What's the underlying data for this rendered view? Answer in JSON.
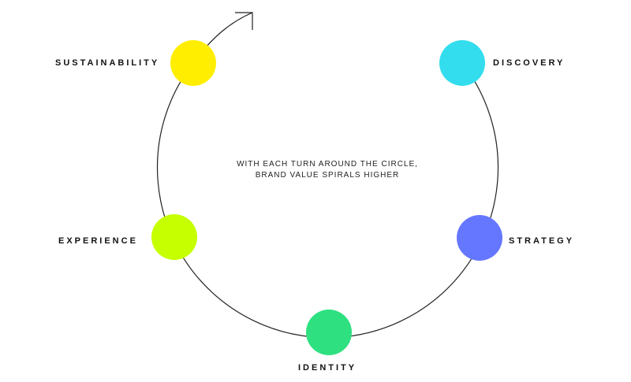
{
  "diagram": {
    "center_text": {
      "line1": "WITH EACH TURN AROUND THE CIRCLE,",
      "line2": "BRAND VALUE SPIRALS HIGHER"
    },
    "stages": [
      {
        "label": "DISCOVERY",
        "color": "#33DDEE"
      },
      {
        "label": "STRATEGY",
        "color": "#6677FF"
      },
      {
        "label": "IDENTITY",
        "color": "#2EE080"
      },
      {
        "label": "EXPERIENCE",
        "color": "#C6FF00"
      },
      {
        "label": "SUSTAINABILITY",
        "color": "#FFEE00"
      }
    ],
    "line_color": "#222222"
  }
}
